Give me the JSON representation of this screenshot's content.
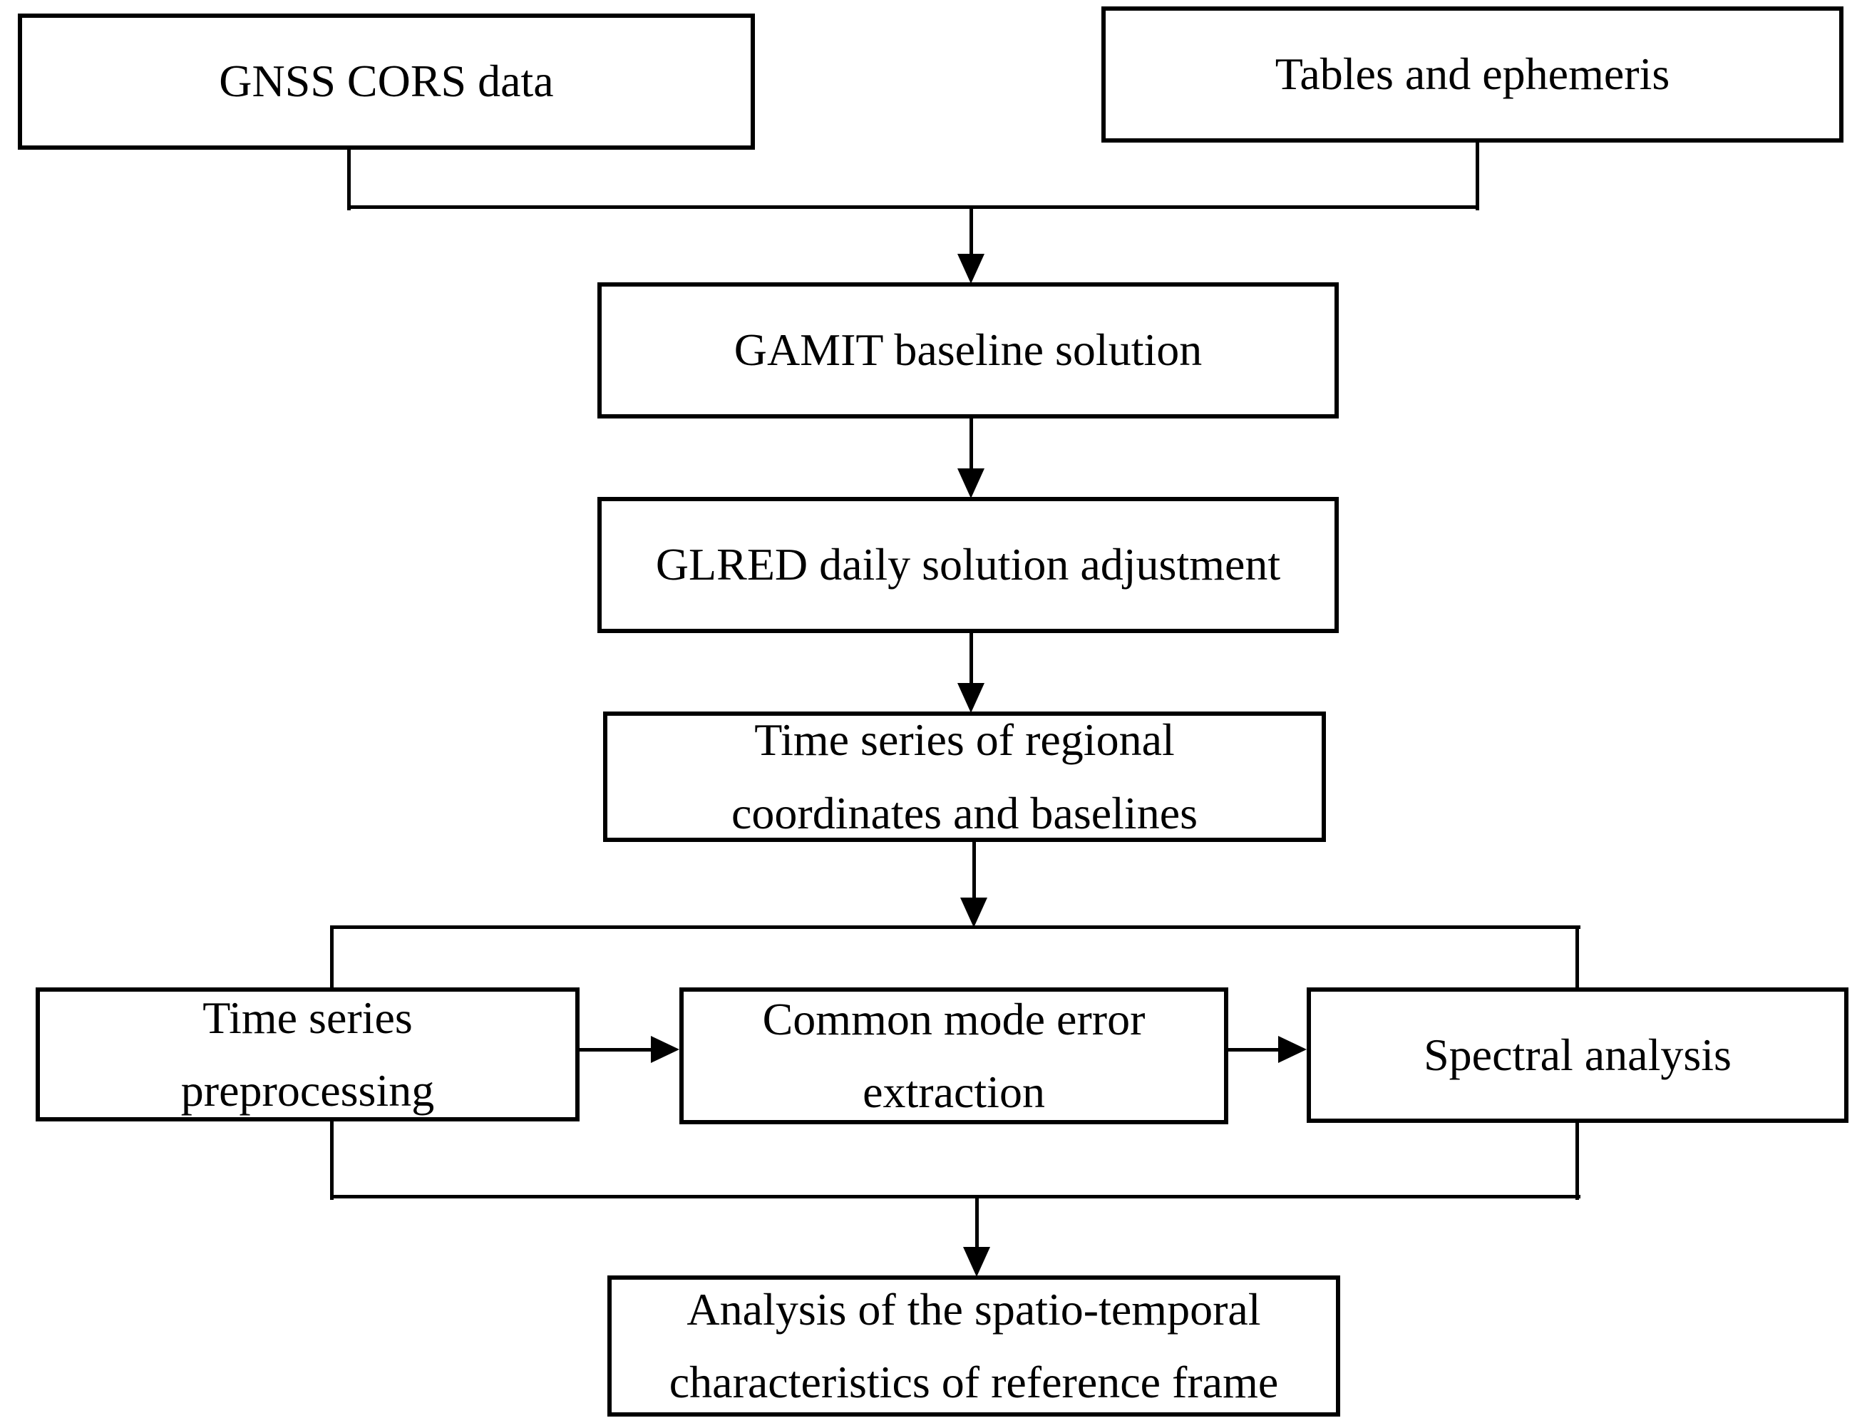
{
  "colors": {
    "line": "#000000",
    "box_fill": "#ffffff",
    "background": "#ffffff",
    "text": "#000000"
  },
  "nodes": {
    "gnss_cors_data": {
      "label": "GNSS CORS data"
    },
    "tables_ephemeris": {
      "label": "Tables and ephemeris"
    },
    "gamit": {
      "label": "GAMIT baseline solution"
    },
    "glred": {
      "label": "GLRED daily solution adjustment"
    },
    "time_series_regional": {
      "label": "Time series of regional\ncoordinates and baselines"
    },
    "ts_preprocessing": {
      "label": "Time series\npreprocessing"
    },
    "cme_extraction": {
      "label": "Common mode error\nextraction"
    },
    "spectral_analysis": {
      "label": "Spectral analysis"
    },
    "spatiotemporal_analysis": {
      "label": "Analysis of the spatio-temporal\ncharacteristics of reference frame"
    }
  },
  "edges": [
    {
      "from": "gnss_cors_data",
      "to": "gamit",
      "arrow": true
    },
    {
      "from": "tables_ephemeris",
      "to": "gamit",
      "arrow": true
    },
    {
      "from": "gamit",
      "to": "glred",
      "arrow": true
    },
    {
      "from": "glred",
      "to": "time_series_regional",
      "arrow": true
    },
    {
      "from": "time_series_regional",
      "to": "ts_preprocessing",
      "arrow": false
    },
    {
      "from": "time_series_regional",
      "to": "spectral_analysis",
      "arrow": false
    },
    {
      "from": "ts_preprocessing",
      "to": "cme_extraction",
      "arrow": true
    },
    {
      "from": "cme_extraction",
      "to": "spectral_analysis",
      "arrow": true
    },
    {
      "from": "ts_preprocessing",
      "to": "spatiotemporal_analysis",
      "arrow": true
    },
    {
      "from": "spectral_analysis",
      "to": "spatiotemporal_analysis",
      "arrow": true
    }
  ]
}
